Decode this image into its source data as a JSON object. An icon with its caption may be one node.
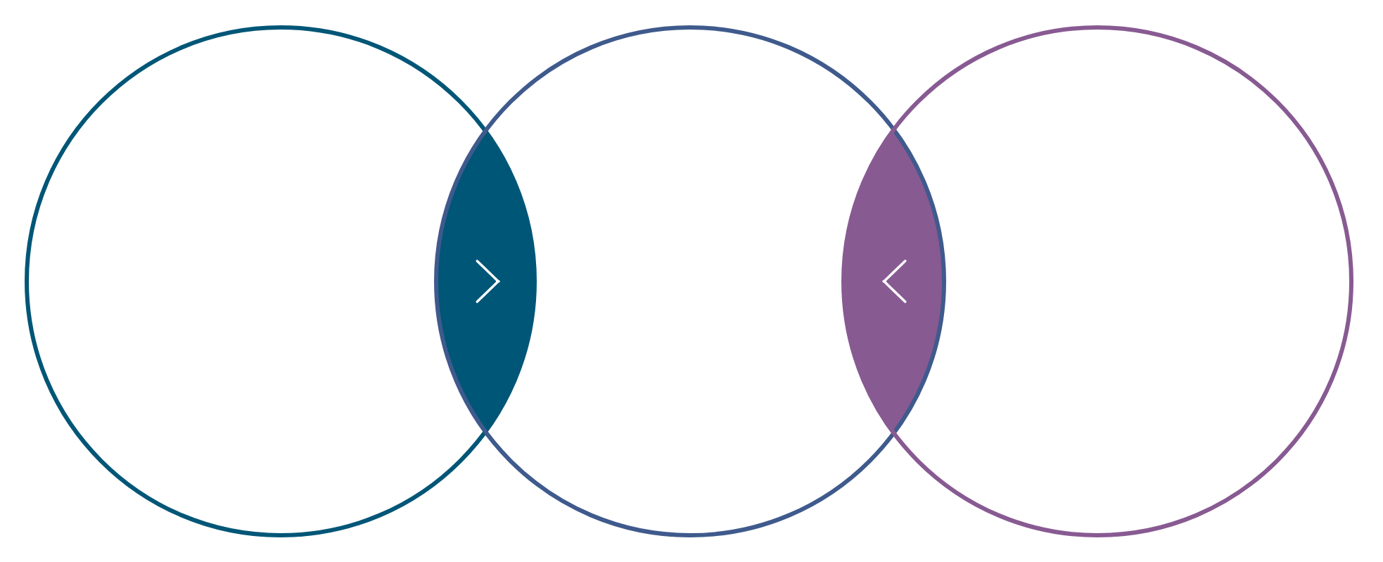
{
  "diagram": {
    "nodes": [
      {
        "text": [],
        "shape": "circle"
      },
      {
        "text": [],
        "shape": "circle"
      },
      {
        "text": [],
        "shape": "circle"
      }
    ],
    "edges": [
      {
        "from": 0,
        "to": 1,
        "arrow": "to"
      },
      {
        "from": 2,
        "to": 1,
        "arrow": "to"
      }
    ]
  }
}
